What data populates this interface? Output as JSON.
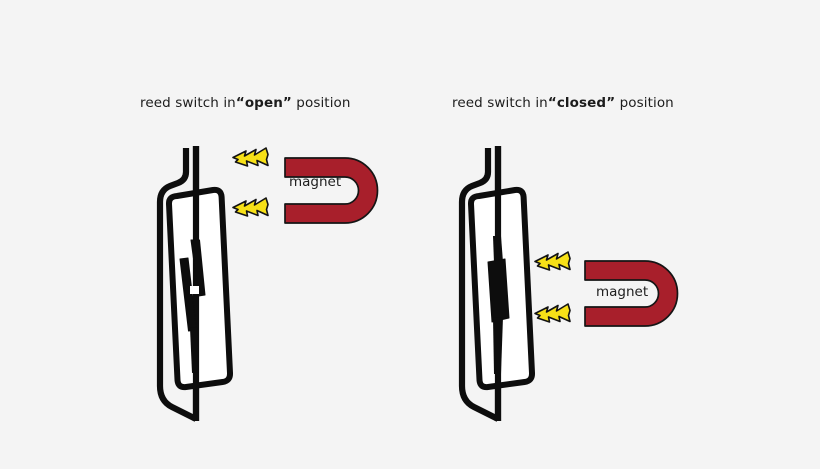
{
  "diagram": {
    "title_prefix": "reed switch in",
    "background_color": "#f4f4f4",
    "ink_color": "#0d0d0d",
    "magnet_color": "#a81f2b",
    "bolt_color": "#f7e017"
  },
  "panels": [
    {
      "id": "open",
      "caption_prefix": "reed switch in",
      "caption_quote_open": "“",
      "caption_state": "open",
      "caption_quote_close": "”",
      "caption_suffix": " position",
      "magnet_label": "magnet",
      "switch_state": "open",
      "contacts_touching": "no",
      "bolt_count": 2
    },
    {
      "id": "closed",
      "caption_prefix": "reed switch in",
      "caption_quote_open": "“",
      "caption_state": "closed",
      "caption_quote_close": "”",
      "caption_suffix": " position",
      "magnet_label": "magnet",
      "switch_state": "closed",
      "contacts_touching": "yes",
      "bolt_count": 2
    }
  ]
}
